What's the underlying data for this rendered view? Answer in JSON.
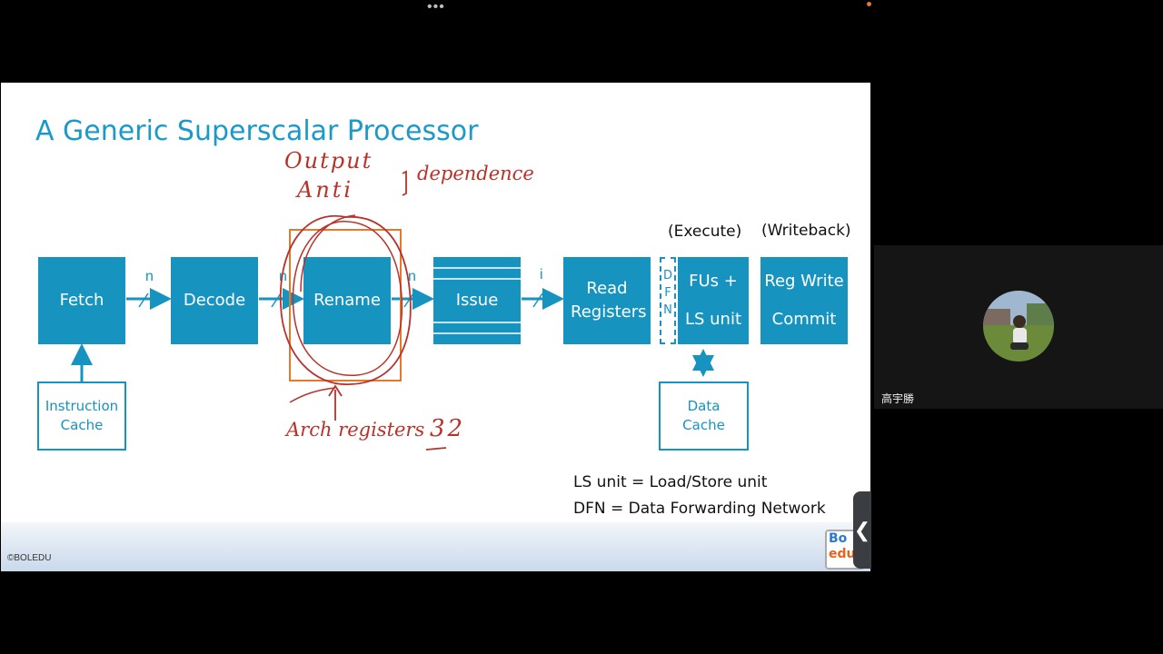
{
  "toolbar": {
    "more_icon": "more-horizontal-icon"
  },
  "slide": {
    "title": "A Generic Superscalar Processor",
    "stages": {
      "fetch": "Fetch",
      "decode": "Decode",
      "rename": "Rename",
      "issue": "Issue",
      "read_registers": "Read Registers",
      "fus": "FUs +",
      "ls_unit": "LS unit",
      "reg_write": "Reg Write",
      "commit": "Commit"
    },
    "dfn_letters": "D F N",
    "phases": {
      "execute": "(Execute)",
      "writeback": "(Writeback)"
    },
    "caches": {
      "instruction": "Instruction Cache",
      "data": "Data Cache"
    },
    "widths": {
      "n1": "n",
      "n2": "n",
      "n3": "n",
      "i": "i"
    },
    "legend": {
      "line1": "LS unit = Load/Store unit",
      "line2": "DFN = Data Forwarding Network"
    },
    "annotations": {
      "output": "Output",
      "anti": "Anti",
      "dependence": "dependence",
      "arch_regs": "Arch registers",
      "number": "32"
    },
    "copyright": "©BOLEDU",
    "logo_top": "Bo",
    "logo_bottom": "edu"
  },
  "participant": {
    "name": "高宇勝"
  },
  "colors": {
    "slide_blue": "#1793c0",
    "ink_red": "#b8322a",
    "highlight_orange": "#e07a2c"
  }
}
